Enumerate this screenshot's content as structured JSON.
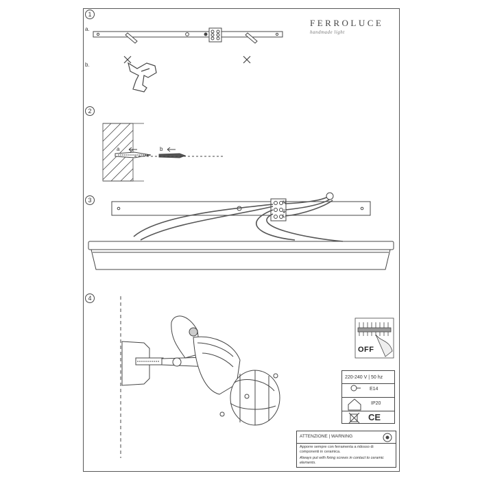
{
  "brand": {
    "name": "FERROLUCE",
    "tagline": "handmade light"
  },
  "steps": [
    {
      "number": "1",
      "sub_a": "a.",
      "sub_b": "b."
    },
    {
      "number": "2",
      "sub_a": "a",
      "sub_b": "b"
    },
    {
      "number": "3",
      "terminals": [
        "N",
        "⏚",
        "L"
      ]
    },
    {
      "number": "4",
      "switch_label": "OFF"
    }
  ],
  "specs": {
    "voltage": "220-240 V | 50 hz",
    "socket": "E14",
    "protection": "IP20",
    "certification": "CE"
  },
  "warning": {
    "title": "ATTENZIONE | WARNING",
    "italian": "Apporre sempre con ferramenta a ridosso di componenti in ceramica.",
    "english": "Always put with fixing screws in contact to ceramic elements."
  }
}
